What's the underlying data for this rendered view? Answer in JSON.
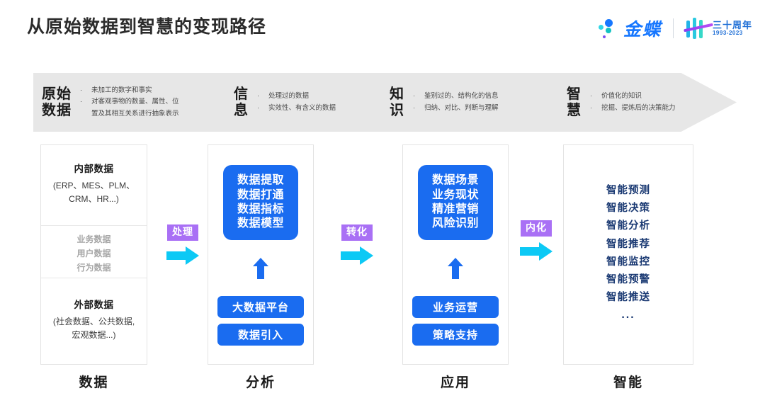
{
  "header": {
    "title": "从原始数据到智慧的变现路径",
    "brand_name": "金蝶",
    "anniversary_cn": "三十周年",
    "anniversary_years": "1993-2023"
  },
  "banner": {
    "stages": [
      {
        "name": "原始\n数据",
        "bullets": [
          "未加工的数字和事实",
          "对客观事物的数量、属性、位\n置及其相互关系进行抽象表示"
        ]
      },
      {
        "name": "信\n息",
        "bullets": [
          "处理过的数据",
          "实效性、有含义的数据"
        ]
      },
      {
        "name": "知\n识",
        "bullets": [
          "鉴别过的、结构化的信息",
          "归纳、对比、判断与理解"
        ]
      },
      {
        "name": "智\n慧",
        "bullets": [
          "价值化的知识",
          "挖掘、提炼后的决策能力"
        ]
      }
    ],
    "bullet_marker": "·"
  },
  "columns": [
    {
      "footer": "数据",
      "internal_title": "内部数据",
      "internal_sub": "(ERP、MES、PLM、\nCRM、HR...)",
      "middle_items": [
        "业务数据",
        "用户数据",
        "行为数据"
      ],
      "external_title": "外部数据",
      "external_sub": "(社会数据、公共数据,\n宏观数据...)"
    },
    {
      "footer": "分析",
      "box_lines": [
        "数据提取",
        "数据打通",
        "数据指标",
        "数据模型"
      ],
      "pill_a": "大数据平台",
      "pill_b": "数据引入"
    },
    {
      "footer": "应用",
      "box_lines": [
        "数据场景",
        "业务现状",
        "精准营销",
        "风险识别"
      ],
      "pill_a": "业务运营",
      "pill_b": "策略支持"
    },
    {
      "footer": "智能",
      "items": [
        "智能预测",
        "智能决策",
        "智能分析",
        "智能推荐",
        "智能监控",
        "智能预警",
        "智能推送"
      ],
      "ellipsis": "..."
    }
  ],
  "connectors": [
    {
      "label": "处理"
    },
    {
      "label": "转化"
    },
    {
      "label": "内化"
    }
  ],
  "colors": {
    "brand_blue": "#1677ff",
    "box_blue": "#1a6cf0",
    "connector_purple": "#a970f5",
    "arrow_cyan": "#0cc9f5",
    "banner_gray": "#e7e7e7",
    "navy_text": "#1b3a73"
  }
}
